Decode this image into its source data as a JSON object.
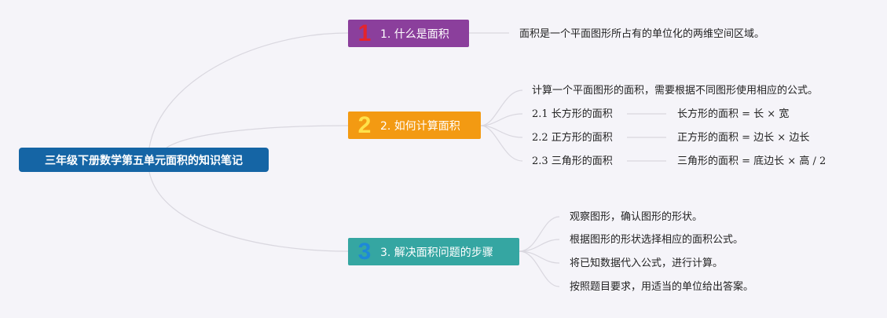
{
  "root": {
    "label": "三年级下册数学第五单元面积的知识笔记"
  },
  "branches": [
    {
      "number": "1",
      "label": "1. 什么是面积",
      "leaves": [
        "面积是一个平面图形所占有的单位化的两维空间区域。"
      ]
    },
    {
      "number": "2",
      "label": "2. 如何计算面积",
      "intro": "计算一个平面图形的面积，需要根据不同图形使用相应的公式。",
      "subtopics": [
        {
          "label": "2.1 长方形的面积",
          "formula": "长方形的面积 = 长 × 宽"
        },
        {
          "label": "2.2 正方形的面积",
          "formula": "正方形的面积 = 边长 × 边长"
        },
        {
          "label": "2.3 三角形的面积",
          "formula": "三角形的面积 = 底边长 × 高 / 2"
        }
      ]
    },
    {
      "number": "3",
      "label": "3. 解决面积问题的步骤",
      "leaves": [
        "观察图形，确认图形的形状。",
        "根据图形的形状选择相应的面积公式。",
        "将已知数据代入公式，进行计算。",
        "按照题目要求，用适当的单位给出答案。"
      ]
    }
  ],
  "colors": {
    "background": "#f5f4f9",
    "root": "#1565a5",
    "branch1": "#8b3f9c",
    "branch2": "#f39a12",
    "branch3": "#35a6a2",
    "connector": "#d9d7df"
  }
}
